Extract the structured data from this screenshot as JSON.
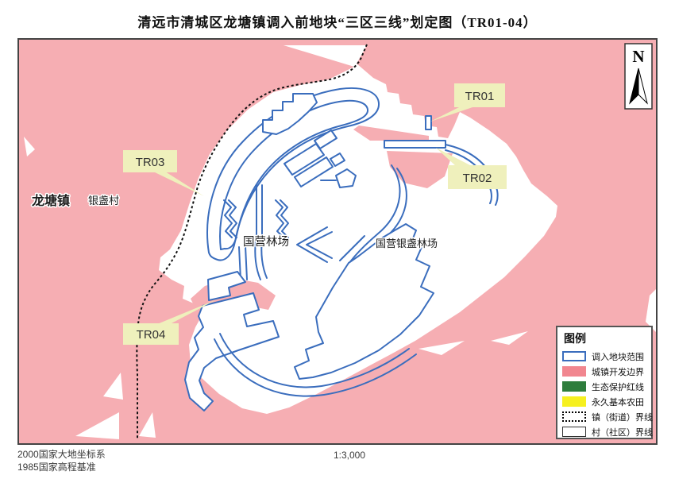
{
  "title": "清远市清城区龙塘镇调入前地块“三区三线”划定图（TR01-04）",
  "map": {
    "north": "N",
    "place_labels": [
      {
        "text": "龙塘镇"
      },
      {
        "text": "银盏村"
      },
      {
        "text": "国营林场"
      },
      {
        "text": "国营银盏林场"
      }
    ],
    "callouts": [
      {
        "label": "TR01"
      },
      {
        "label": "TR02"
      },
      {
        "label": "TR03"
      },
      {
        "label": "TR04"
      }
    ]
  },
  "legend": {
    "title": "图例",
    "items": [
      {
        "label": "调入地块范围"
      },
      {
        "label": "城镇开发边界"
      },
      {
        "label": "生态保护红线"
      },
      {
        "label": "永久基本农田"
      },
      {
        "label": "镇（街道）界线"
      },
      {
        "label": "村（社区）界线"
      }
    ]
  },
  "footer": {
    "datum_line1": "2000国家大地坐标系",
    "datum_line2": "1985国家高程基准",
    "scale": "1:3,000"
  },
  "colors": {
    "urban_pink": "#F6AEB3",
    "legend_pink": "#F1868F",
    "plot_blue": "#3A6DBD",
    "eco_green": "#2E7D3C",
    "farm_yellow": "#F6F01F",
    "callout_bg": "#EFF0BC"
  }
}
